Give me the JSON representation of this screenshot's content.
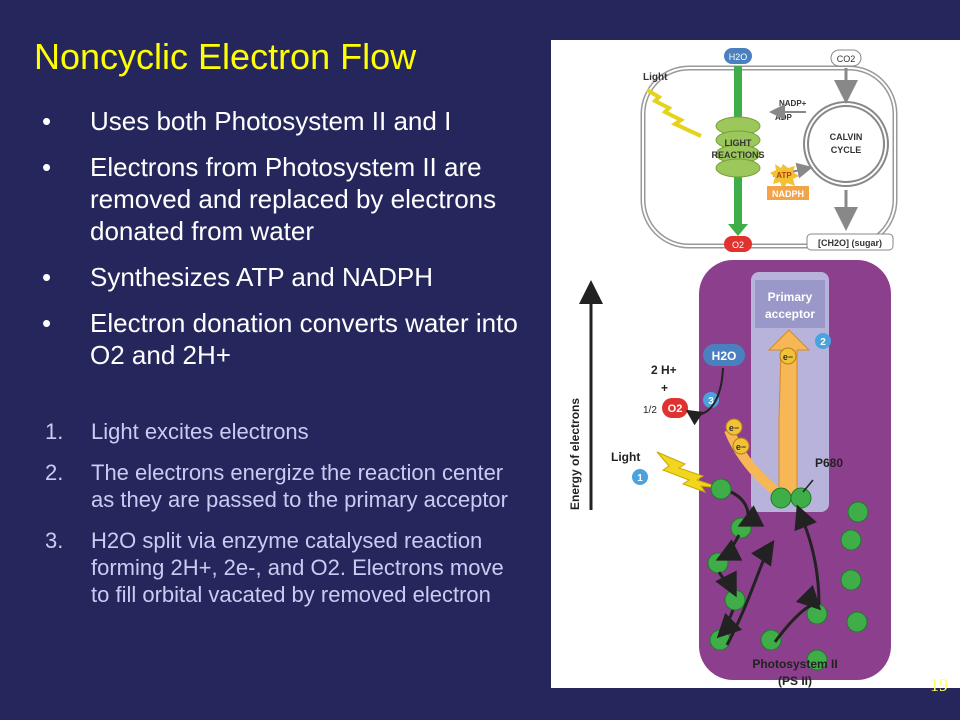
{
  "title": "Noncyclic Electron Flow",
  "bullets": [
    "Uses both Photosystem II and I",
    "Electrons from Photosystem II are removed and replaced by electrons donated from water",
    "Synthesizes ATP and NADPH",
    "Electron donation converts water into O2 and 2H+"
  ],
  "steps": [
    {
      "num": "1.",
      "text": "Light excites electrons"
    },
    {
      "num": "2.",
      "text": "The electrons energize the reaction center as they are passed to the primary acceptor"
    },
    {
      "num": "3.",
      "text": "H2O split via enzyme catalysed reaction forming 2H+, 2e-, and O2. Electrons move to fill orbital vacated by removed electron"
    }
  ],
  "page_number": "19",
  "diagram": {
    "top": {
      "h2o": "H2O",
      "co2": "CO2",
      "light": "Light",
      "nadp": "NADP+",
      "adp": "ADP",
      "light_reactions_1": "LIGHT",
      "light_reactions_2": "REACTIONS",
      "calvin_1": "CALVIN",
      "calvin_2": "CYCLE",
      "atp": "ATP",
      "nadph": "NADPH",
      "o2": "O2",
      "sugar": "[CH2O] (sugar)"
    },
    "ps2": {
      "primary_acceptor_1": "Primary",
      "primary_acceptor_2": "acceptor",
      "h2o": "H2O",
      "two_h": "2 H+",
      "plus": "+",
      "half": "1/2",
      "o2": "O2",
      "electron": "e−",
      "light": "Light",
      "p680": "P680",
      "energy_label": "Energy of electrons",
      "footer_1": "Photosystem II",
      "footer_2": "(PS II)",
      "step1": "1",
      "step2": "2",
      "step3": "3"
    }
  }
}
